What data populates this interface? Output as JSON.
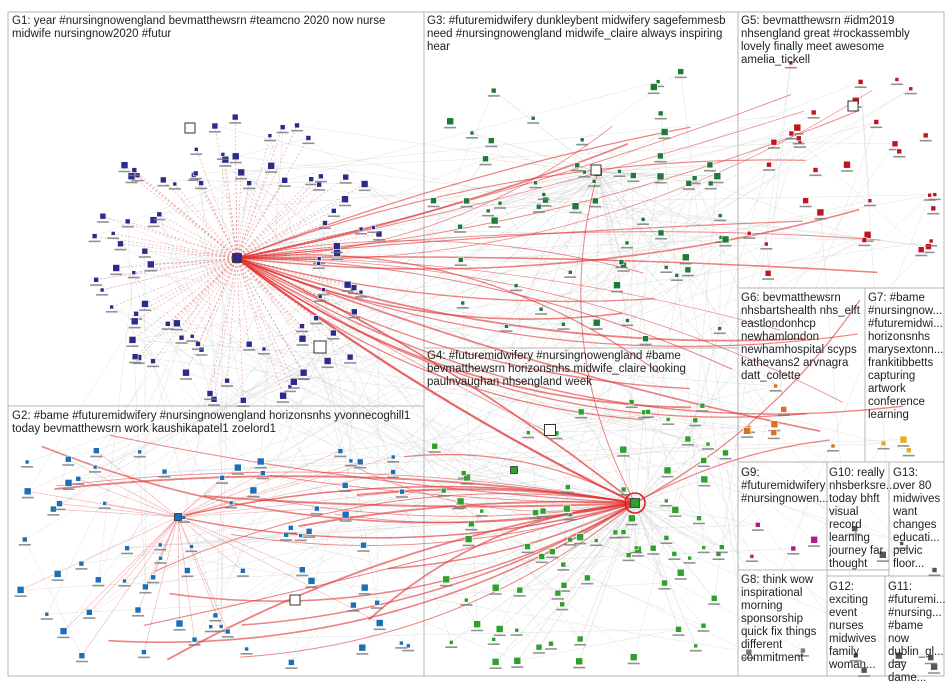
{
  "groups": [
    {
      "id": "G1",
      "text": "G1: year #nursingnowengland bevmatthewsrn #teamcno 2020 now nurse midwife nursingnow2020 #futur",
      "color": "#2b2b8a"
    },
    {
      "id": "G2",
      "text": "G2: #bame #futuremidwifery #nursingnowengland horizonsnhs yvonnecoghill1 today bevmatthewsrn work kaushikapatel1 zoelord1",
      "color": "#1a6fb5"
    },
    {
      "id": "G3",
      "text": "G3: #futuremidwifery dunkleybent midwifery sagefemmesb need #nursingnowengland midwife_claire always inspiring hear",
      "color": "#1f7a3a"
    },
    {
      "id": "G4",
      "text": "G4: #futuremidwifery #nursingnowengland #bame bevmatthewsrn horizonsnhs midwife_claire looking paulnvaughan nhsengland week",
      "color": "#2ea02e"
    },
    {
      "id": "G5",
      "text": "G5: bevmatthewsrn #idm2019 nhsengland great #rockassembly lovely finally meet awesome amelia_tickell",
      "color": "#c0141e"
    },
    {
      "id": "G6",
      "text": "G6: bevmatthewsrn nhsbartshealth nhs_elft eastlondonhcp newhamlondon newhamhospital scyps kathevans2 arvnagra datt_colette",
      "color": "#d9731a"
    },
    {
      "id": "G7",
      "text": "G7: #bame #nursingnow... #futuremidwi... horizonsnhs marysextonn... frankitibbetts capturing artwork conference learning",
      "color": "#e0b020"
    },
    {
      "id": "G8",
      "text": "G8: think wow inspirational morning sponsorship quick fix things different commitment",
      "color": "#777777"
    },
    {
      "id": "G9",
      "text": "G9: #futuremidwifery #nursingnowen...",
      "color": "#b01a8a"
    },
    {
      "id": "G10",
      "text": "G10: really nhsberksre... today bhft visual record learning journey far thought",
      "color": "#555555"
    },
    {
      "id": "G11",
      "text": "G11: #futuremi... #nursing... #bame now dublin_gl... day dame...",
      "color": "#555555"
    },
    {
      "id": "G12",
      "text": "G12: exciting event nurses midwives family woman...",
      "color": "#555555"
    },
    {
      "id": "G13",
      "text": "G13: over 80 midwives want changes educati... pelvic floor...",
      "color": "#555555"
    }
  ]
}
